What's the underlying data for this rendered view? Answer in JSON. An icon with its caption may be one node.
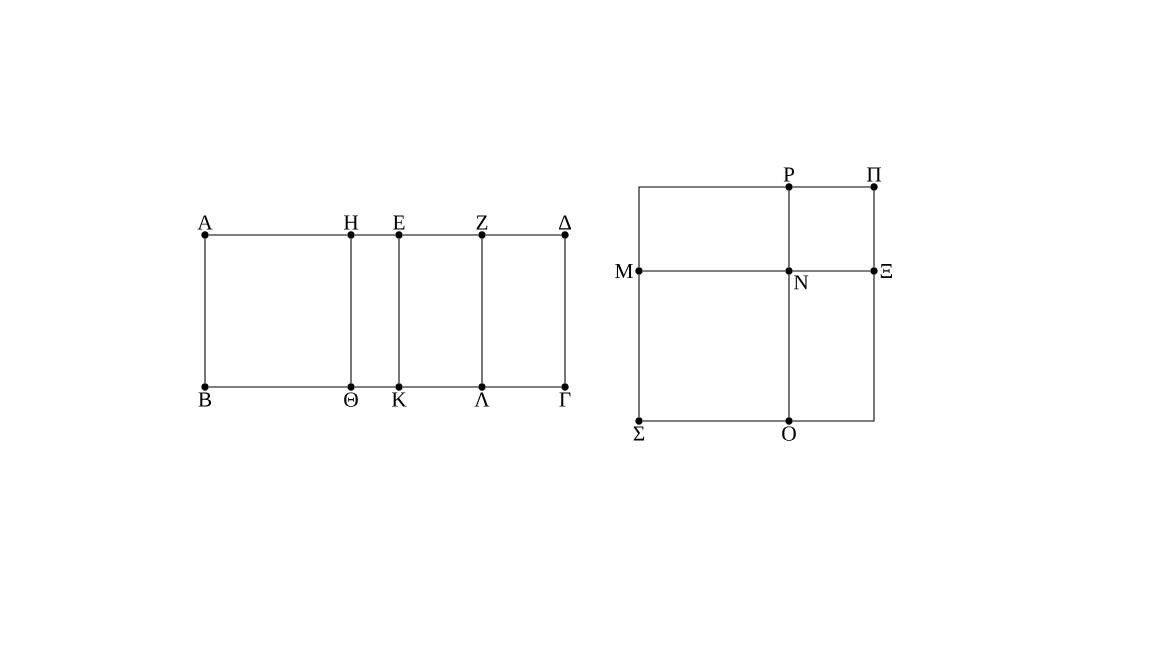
{
  "diagram": {
    "nodes": [
      {
        "text": [
          "Α"
        ]
      },
      {
        "text": [
          "Η"
        ]
      },
      {
        "text": [
          "Ε"
        ]
      },
      {
        "text": [
          "Ζ"
        ]
      },
      {
        "text": [
          "Δ"
        ]
      },
      {
        "text": [
          "Β"
        ]
      },
      {
        "text": [
          "Θ"
        ]
      },
      {
        "text": [
          "Κ"
        ]
      },
      {
        "text": [
          "Λ"
        ]
      },
      {
        "text": [
          "Γ"
        ]
      },
      {
        "text": [
          "Ρ"
        ]
      },
      {
        "text": [
          "Π"
        ]
      },
      {
        "text": [
          "Μ"
        ]
      },
      {
        "text": [
          "Ν"
        ]
      },
      {
        "text": [
          "Ξ"
        ]
      },
      {
        "text": [
          "Σ"
        ]
      },
      {
        "text": [
          "Ο"
        ]
      }
    ],
    "edges": [
      {
        "from": 0,
        "to": 1,
        "arrow": "none"
      },
      {
        "from": 1,
        "to": 2,
        "arrow": "none"
      },
      {
        "from": 2,
        "to": 3,
        "arrow": "none"
      },
      {
        "from": 3,
        "to": 4,
        "arrow": "none"
      },
      {
        "from": 5,
        "to": 6,
        "arrow": "none"
      },
      {
        "from": 6,
        "to": 7,
        "arrow": "none"
      },
      {
        "from": 7,
        "to": 8,
        "arrow": "none"
      },
      {
        "from": 8,
        "to": 9,
        "arrow": "none"
      },
      {
        "from": 0,
        "to": 5,
        "arrow": "none"
      },
      {
        "from": 1,
        "to": 6,
        "arrow": "none"
      },
      {
        "from": 2,
        "to": 7,
        "arrow": "none"
      },
      {
        "from": 3,
        "to": 8,
        "arrow": "none"
      },
      {
        "from": 4,
        "to": 9,
        "arrow": "none"
      },
      {
        "from": 12,
        "to": 10,
        "arrow": "none"
      },
      {
        "from": 10,
        "to": 11,
        "arrow": "none"
      },
      {
        "from": 11,
        "to": 14,
        "arrow": "none"
      },
      {
        "from": 12,
        "to": 13,
        "arrow": "none"
      },
      {
        "from": 13,
        "to": 14,
        "arrow": "none"
      },
      {
        "from": 10,
        "to": 13,
        "arrow": "none"
      },
      {
        "from": 13,
        "to": 16,
        "arrow": "none"
      },
      {
        "from": 12,
        "to": 15,
        "arrow": "none"
      },
      {
        "from": 15,
        "to": 16,
        "arrow": "none"
      },
      {
        "from": 14,
        "to": 16,
        "arrow": "none"
      }
    ]
  }
}
